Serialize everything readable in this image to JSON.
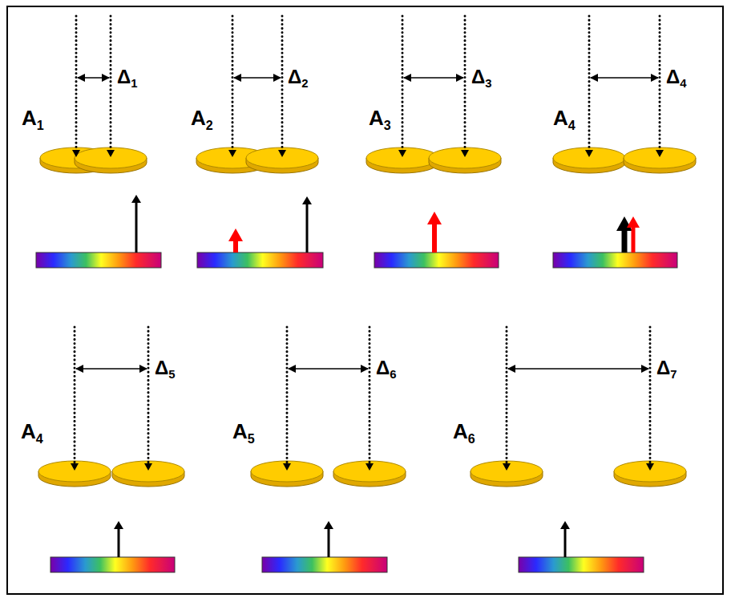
{
  "diagram": {
    "labels": [
      "Δ1",
      "A1",
      "Δ2",
      "A2",
      "Δ3",
      "A3",
      "Δ4",
      "A4",
      "Δ5",
      "A4",
      "Δ6",
      "A5",
      "Δ7",
      "A6"
    ]
  }
}
